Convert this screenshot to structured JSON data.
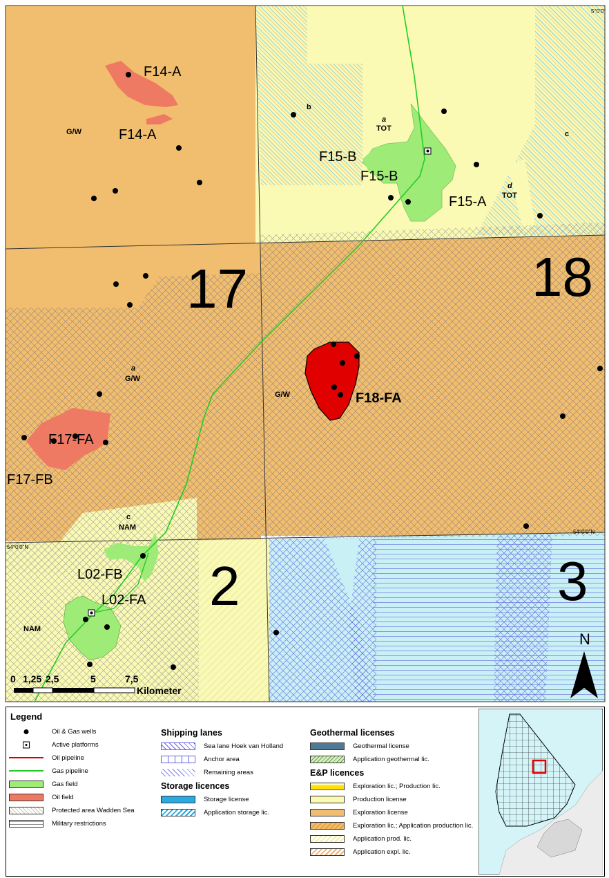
{
  "map": {
    "block_numbers": [
      "17",
      "18",
      "2",
      "3"
    ],
    "field_labels": [
      "F14-A",
      "F14-A",
      "F15-B",
      "F15-B",
      "F15-A",
      "F17-FA",
      "F17-FB",
      "F18-FA",
      "L02-FB",
      "L02-FA"
    ],
    "license_letters": [
      "b",
      "a",
      "c",
      "d",
      "a",
      "c"
    ],
    "operator_labels": [
      "G/W",
      "TOT",
      "TOT",
      "G/W",
      "G/W",
      "NAM",
      "NAM"
    ],
    "coord_labels": [
      "5°0'0\"",
      "54°0'0\"N",
      "54°0'0\"N"
    ],
    "north_arrow": "N",
    "scale": {
      "ticks": [
        "0",
        "1,25",
        "2,5",
        "5",
        "7,5"
      ],
      "unit": "Kilometer"
    },
    "colors": {
      "exploration_license": "#F0BE6E",
      "production_license": "#FAFAB4",
      "gas_field": "#9FEB78",
      "oil_field": "#EF7A64",
      "oil_field_highlight": "#E00000",
      "gas_pipeline": "#22CC22",
      "sea_lane_hatch": "#6060E0",
      "military": "#C8F0F5"
    }
  },
  "legend": {
    "title": "Legend",
    "items": [
      {
        "label": "Oil & Gas wells",
        "icon": "well-dot"
      },
      {
        "label": "Active platforms",
        "icon": "platform-square"
      },
      {
        "label": "Oil pipeline",
        "icon": "red-line"
      },
      {
        "label": "Gas pipeline",
        "icon": "green-line"
      },
      {
        "label": "Gas field",
        "icon": "green-fill"
      },
      {
        "label": "Oil field",
        "icon": "salmon-fill"
      },
      {
        "label": "Protected area Wadden Sea",
        "icon": "diagonal-hatch"
      },
      {
        "label": "Military restrictions",
        "icon": "horizontal-lines"
      }
    ],
    "shipping": {
      "heading": "Shipping lanes",
      "items": [
        "Sea lane Hoek van Holland",
        "Anchor area",
        "Remaining areas"
      ]
    },
    "storage": {
      "heading": "Storage licences",
      "items": [
        "Storage license",
        "Application storage lic."
      ]
    },
    "geothermal": {
      "heading": "Geothermal licenses",
      "items": [
        "Geothermal license",
        "Application geothermal lic."
      ]
    },
    "ep": {
      "heading": "E&P licences",
      "items": [
        "Exploration lic.; Production lic.",
        "Production license",
        "Exploration license",
        "Exploration lic.; Application production lic.",
        "Application prod. lic.",
        "Application expl. lic."
      ]
    }
  }
}
